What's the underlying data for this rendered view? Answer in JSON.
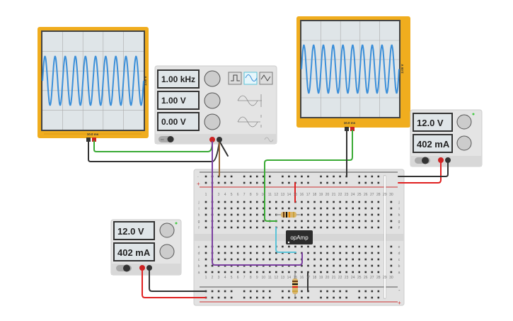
{
  "oscilloscope_1": {
    "time_div": "10.0 ms",
    "volt_div": "2.00 V",
    "cycles": 10
  },
  "oscilloscope_2": {
    "time_div": "10.0 ms",
    "volt_div": "2.00 V",
    "cycles": 10
  },
  "function_generator": {
    "frequency": "1.00 kHz",
    "amplitude": "1.00 V",
    "dc_offset": "0.00 V",
    "waveforms": [
      "square",
      "sine",
      "triangle"
    ],
    "selected_waveform": "sine",
    "power_label": "ON"
  },
  "power_supply_1": {
    "voltage": "12.0 V",
    "current": "402 mA"
  },
  "power_supply_2": {
    "voltage": "12.0 V",
    "current": "402 mA"
  },
  "breadboard": {
    "columns": 30,
    "row_labels_top": [
      "j",
      "i",
      "h",
      "g",
      "f"
    ],
    "row_labels_bottom": [
      "e",
      "d",
      "c",
      "b",
      "a"
    ],
    "rail_minus": "-",
    "rail_plus": "+"
  },
  "opamp": {
    "label": "opAmp"
  },
  "colors": {
    "scope_frame": "#f0ad1e",
    "trace": "#3b8fd9",
    "wire_green": "#3aaa35",
    "wire_purple": "#7b3fa0",
    "wire_cyan": "#5bc4d9",
    "wire_red": "#e02020",
    "wire_black": "#333333"
  }
}
